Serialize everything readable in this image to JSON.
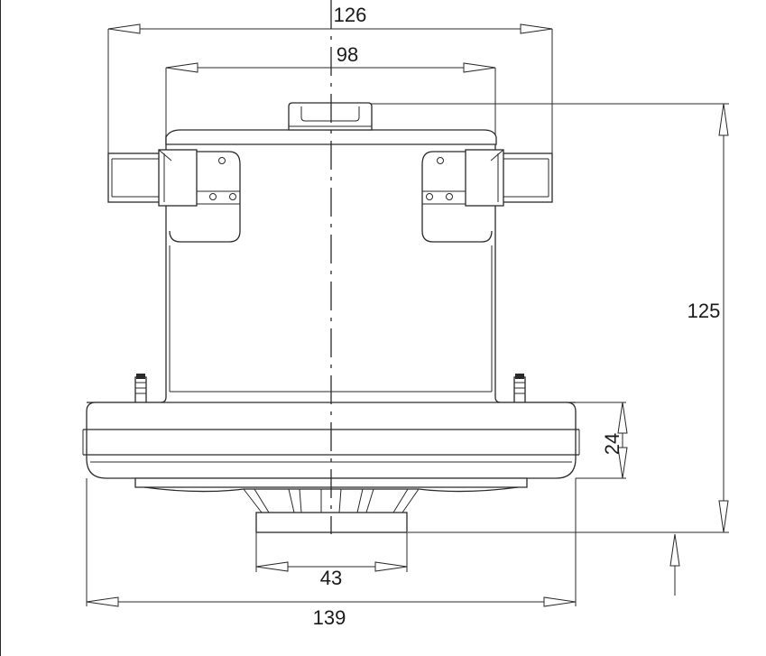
{
  "drawing": {
    "dimensions": {
      "top_outer_width": "126",
      "top_inner_width": "98",
      "total_height": "125",
      "flange_thickness": "24",
      "outlet_width": "43",
      "base_width": "139"
    }
  }
}
